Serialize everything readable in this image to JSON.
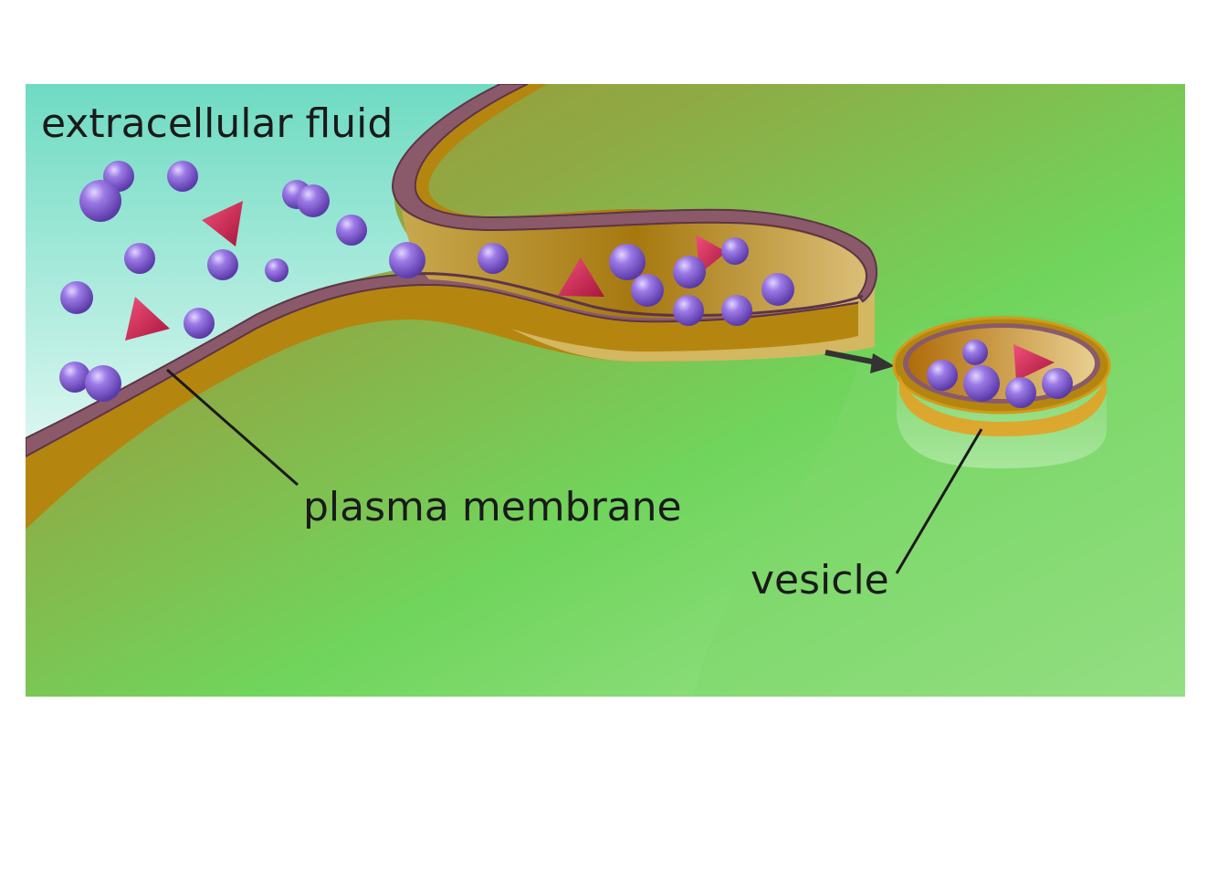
{
  "labels": {
    "extracellular": "extracellular fluid",
    "membrane": "plasma membrane",
    "vesicle": "vesicle"
  },
  "colors": {
    "fluid_top": "#6edbc2",
    "fluid_bottom": "#d6f5ee",
    "cytoplasm_dark": "#a08f2c",
    "cytoplasm_green": "#70d55c",
    "cytoplasm_light": "#9fe28f",
    "membrane_outer": "#8a5a6a",
    "membrane_inner": "#b78a1a",
    "membrane_tan": "#d2b25c",
    "particle": "#8a63d6",
    "particle_highlight": "#d7c8ff",
    "triangle": "#d9305a",
    "arrow": "#333333"
  },
  "icons": {
    "particle": "sphere-particle-icon",
    "molecule": "triangle-molecule-icon",
    "direction": "right-arrow-icon"
  }
}
